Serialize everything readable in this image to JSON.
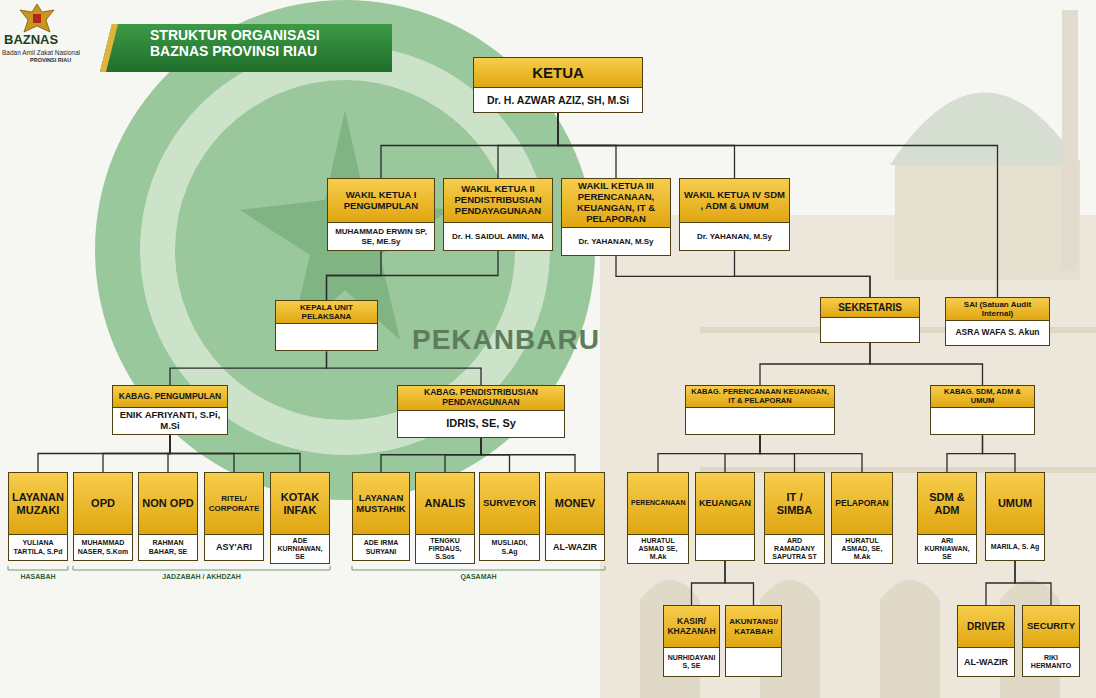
{
  "diagram": {
    "title": "STRUKTUR ORGANISASI BAZNAS PROVINSI RIAU",
    "nodes": [
      {
        "text": [
          "KETUA",
          "Dr. H. AZWAR AZIZ, SH, M.Si"
        ]
      },
      {
        "text": [
          "WAKIL KETUA I PENGUMPULAN",
          "MUHAMMAD ERWIN SP, SE, ME.Sy"
        ]
      },
      {
        "text": [
          "WAKIL KETUA II PENDISTRIBUSIAN PENDAYAGUNAAN",
          "Dr. H. SAIDUL AMIN, MA"
        ]
      },
      {
        "text": [
          "WAKIL KETUA III PERENCANAAN, KEUANGAN, IT & PELAPORAN",
          "Dr. YAHANAN, M.Sy"
        ]
      },
      {
        "text": [
          "WAKIL KETUA IV SDM , ADM & UMUM",
          "Dr. YAHANAN, M.Sy"
        ]
      },
      {
        "text": [
          "KEPALA UNIT PELAKSANA"
        ]
      },
      {
        "text": [
          "SEKRETARIS"
        ]
      },
      {
        "text": [
          "SAI (Satuan Audit Internal)",
          "ASRA WAFA S. Akun"
        ]
      },
      {
        "text": [
          "KABAG. PENGUMPULAN",
          "ENIK AFRIYANTI, S.Pi, M.Si"
        ]
      },
      {
        "text": [
          "KABAG. PENDISTRIBUSIAN PENDAYAGUNAAN",
          "IDRIS, SE, Sy"
        ]
      },
      {
        "text": [
          "KABAG. PERENCANAAN KEUANGAN, IT & PELAPORAN"
        ]
      },
      {
        "text": [
          "KABAG. SDM, ADM & UMUM"
        ]
      },
      {
        "text": [
          "LAYANAN MUZAKI",
          "YULIANA TARTILA, S.Pd"
        ]
      },
      {
        "text": [
          "OPD",
          "MUHAMMAD NASER, S.Kom"
        ]
      },
      {
        "text": [
          "NON OPD",
          "RAHMAN BAHAR, SE"
        ]
      },
      {
        "text": [
          "RITEL/ CORPORATE",
          "ASY'ARI"
        ]
      },
      {
        "text": [
          "KOTAK INFAK",
          "ADE KURNIAWAN, SE"
        ]
      },
      {
        "text": [
          "LAYANAN MUSTAHIK",
          "ADE IRMA SURYANI"
        ]
      },
      {
        "text": [
          "ANALIS",
          "TENGKU FIRDAUS, S.Sos"
        ]
      },
      {
        "text": [
          "SURVEYOR",
          "MUSLIADI, S.Ag"
        ]
      },
      {
        "text": [
          "MONEV",
          "AL-WAZIR"
        ]
      },
      {
        "text": [
          "PERENCANAAN",
          "HURATUL ASMAD SE, M.Ak"
        ]
      },
      {
        "text": [
          "KEUANGAN"
        ]
      },
      {
        "text": [
          "IT / SIMBA",
          "ARD RAMADANY SAPUTRA ST"
        ]
      },
      {
        "text": [
          "PELAPORAN",
          "HURATUL ASMAD, SE, M.Ak"
        ]
      },
      {
        "text": [
          "SDM & ADM",
          "ARI KURNIAWAN, SE"
        ]
      },
      {
        "text": [
          "UMUM",
          "MARILA, S. Ag"
        ]
      },
      {
        "text": [
          "KASIR/ KHAZANAH",
          "NURHIDAYANI S, SE"
        ]
      },
      {
        "text": [
          "AKUNTANSI/ KATABAH"
        ]
      },
      {
        "text": [
          "DRIVER",
          "AL-WAZIR"
        ]
      },
      {
        "text": [
          "SECURITY",
          "RIKI HERMANTO"
        ]
      }
    ],
    "edges": [
      {
        "from": 0,
        "to": 1,
        "arrow": "none"
      },
      {
        "from": 0,
        "to": 2,
        "arrow": "none"
      },
      {
        "from": 0,
        "to": 3,
        "arrow": "none"
      },
      {
        "from": 0,
        "to": 4,
        "arrow": "none"
      },
      {
        "from": 0,
        "to": 7,
        "arrow": "none"
      },
      {
        "from": 1,
        "to": 5,
        "arrow": "none"
      },
      {
        "from": 2,
        "to": 5,
        "arrow": "none"
      },
      {
        "from": 3,
        "to": 6,
        "arrow": "none"
      },
      {
        "from": 4,
        "to": 6,
        "arrow": "none"
      },
      {
        "from": 5,
        "to": 8,
        "arrow": "none"
      },
      {
        "from": 5,
        "to": 9,
        "arrow": "none"
      },
      {
        "from": 6,
        "to": 10,
        "arrow": "none"
      },
      {
        "from": 6,
        "to": 11,
        "arrow": "none"
      },
      {
        "from": 8,
        "to": 12,
        "arrow": "none"
      },
      {
        "from": 8,
        "to": 13,
        "arrow": "none"
      },
      {
        "from": 8,
        "to": 14,
        "arrow": "none"
      },
      {
        "from": 8,
        "to": 15,
        "arrow": "none"
      },
      {
        "from": 8,
        "to": 16,
        "arrow": "none"
      },
      {
        "from": 9,
        "to": 17,
        "arrow": "none"
      },
      {
        "from": 9,
        "to": 18,
        "arrow": "none"
      },
      {
        "from": 9,
        "to": 19,
        "arrow": "none"
      },
      {
        "from": 9,
        "to": 20,
        "arrow": "none"
      },
      {
        "from": 10,
        "to": 21,
        "arrow": "none"
      },
      {
        "from": 10,
        "to": 22,
        "arrow": "none"
      },
      {
        "from": 10,
        "to": 23,
        "arrow": "none"
      },
      {
        "from": 10,
        "to": 24,
        "arrow": "none"
      },
      {
        "from": 11,
        "to": 25,
        "arrow": "none"
      },
      {
        "from": 11,
        "to": 26,
        "arrow": "none"
      },
      {
        "from": 22,
        "to": 27,
        "arrow": "none"
      },
      {
        "from": 22,
        "to": 28,
        "arrow": "none"
      },
      {
        "from": 26,
        "to": 29,
        "arrow": "none"
      },
      {
        "from": 26,
        "to": 30,
        "arrow": "none"
      }
    ],
    "labels": [
      "BAZNAS",
      "Badan Amil Zakat Nasional",
      "PROVINSI RIAU",
      "PEKANBARU",
      "HASABAH",
      "JADZABAH / AKHDZAH",
      "QASAMAH"
    ]
  }
}
